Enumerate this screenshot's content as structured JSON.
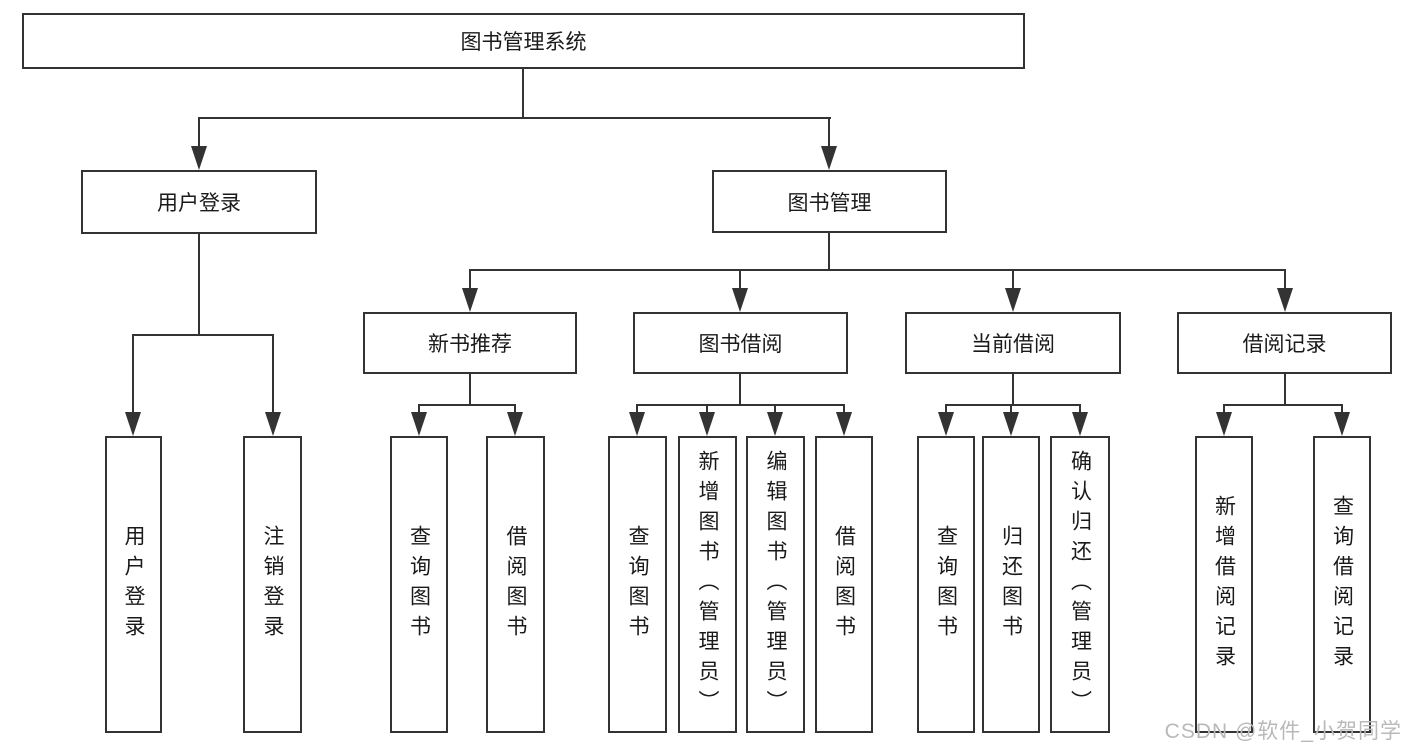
{
  "root": {
    "label": "图书管理系统"
  },
  "level1": [
    {
      "label": "用户登录"
    },
    {
      "label": "图书管理"
    }
  ],
  "login_children": [
    "用户登录",
    "注销登录"
  ],
  "groups": [
    {
      "label": "新书推荐",
      "children": [
        "查询图书",
        "借阅图书"
      ]
    },
    {
      "label": "图书借阅",
      "children": [
        "查询图书",
        "新增图书（管理员）",
        "编辑图书（管理员）",
        "借阅图书"
      ]
    },
    {
      "label": "当前借阅",
      "children": [
        "查询图书",
        "归还图书",
        "确认归还（管理员）"
      ]
    },
    {
      "label": "借阅记录",
      "children": [
        "新增借阅记录",
        "查询借阅记录"
      ]
    }
  ],
  "watermark": "CSDN @软件_小贺同学",
  "colors": {
    "line": "#333333",
    "text": "#1a1a1a",
    "watermark": "#b9b9b9",
    "background": "#ffffff"
  }
}
